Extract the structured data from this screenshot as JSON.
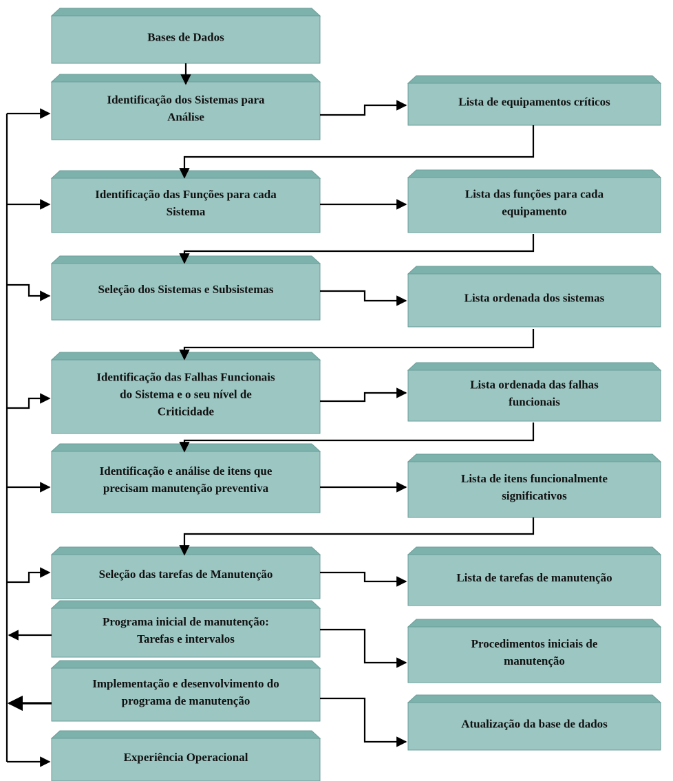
{
  "diagram": {
    "colors": {
      "box_face": "#9cc6c2",
      "box_top": "#7db1ac",
      "box_edge": "#6a9e99",
      "line": "#000000"
    },
    "left_column": [
      {
        "id": "bases",
        "lines": [
          "Bases de Dados"
        ]
      },
      {
        "id": "ident-sistemas",
        "lines": [
          "Identificação dos Sistemas para",
          "Análise"
        ]
      },
      {
        "id": "ident-funcoes",
        "lines": [
          "Identificação das Funções para cada",
          "Sistema"
        ]
      },
      {
        "id": "selecao-sistemas",
        "lines": [
          "Seleção dos Sistemas e Subsistemas"
        ]
      },
      {
        "id": "falhas-funcionais",
        "lines": [
          "Identificação das Falhas Funcionais",
          "do Sistema e o seu nível de",
          "Criticidade"
        ]
      },
      {
        "id": "itens-preventiva",
        "lines": [
          "Identificação e análise de itens que",
          "precisam manutenção preventiva"
        ]
      },
      {
        "id": "selecao-tarefas",
        "lines": [
          "Seleção das tarefas de Manutenção"
        ]
      },
      {
        "id": "programa-inicial",
        "lines": [
          "Programa inicial de manutenção:",
          "Tarefas e intervalos"
        ]
      },
      {
        "id": "implementacao",
        "lines": [
          "Implementação e desenvolvimento do",
          "programa de manutenção"
        ]
      },
      {
        "id": "experiencia",
        "lines": [
          "Experiência Operacional"
        ]
      }
    ],
    "right_column": [
      {
        "id": "lista-criticos",
        "lines": [
          "Lista de equipamentos críticos"
        ]
      },
      {
        "id": "lista-funcoes",
        "lines": [
          "Lista das funções para cada",
          "equipamento"
        ]
      },
      {
        "id": "lista-sistemas",
        "lines": [
          "Lista ordenada dos sistemas"
        ]
      },
      {
        "id": "lista-falhas",
        "lines": [
          "Lista ordenada das falhas",
          "funcionais"
        ]
      },
      {
        "id": "lista-itens",
        "lines": [
          "Lista de itens funcionalmente",
          "significativos"
        ]
      },
      {
        "id": "lista-tarefas",
        "lines": [
          "Lista de tarefas de manutenção"
        ]
      },
      {
        "id": "procedimentos",
        "lines": [
          "Procedimentos iniciais de",
          "manutenção"
        ]
      },
      {
        "id": "atualizacao",
        "lines": [
          "Atualização da base de dados"
        ]
      }
    ]
  }
}
